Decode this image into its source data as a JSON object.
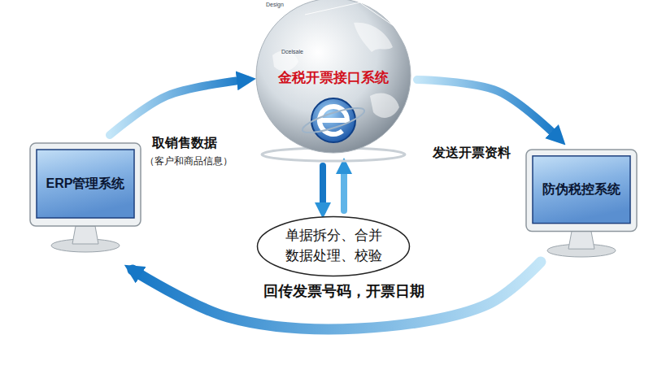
{
  "diagram": {
    "nodes": [
      {
        "text": [
          "金税开票接口系统"
        ]
      },
      {
        "text": [
          "ERP管理系统"
        ]
      },
      {
        "text": [
          "防伪税控系统"
        ]
      },
      {
        "text": [
          "单据拆分、合并 数据处理、校验"
        ]
      }
    ],
    "edges": [
      {
        "from": 1,
        "to": 0,
        "arrow": "to",
        "label": "取销售数据"
      },
      {
        "from": 0,
        "to": 2,
        "arrow": "to",
        "label": "发送开票资料"
      },
      {
        "from": 2,
        "to": 1,
        "arrow": "to",
        "label": "回传发票号码，开票日期"
      },
      {
        "from": 0,
        "to": 3,
        "arrow": "to"
      },
      {
        "from": 3,
        "to": 0,
        "arrow": "to"
      }
    ],
    "labels": [
      "Design",
      "Dcelsale",
      "（客户和商品信息）"
    ]
  }
}
